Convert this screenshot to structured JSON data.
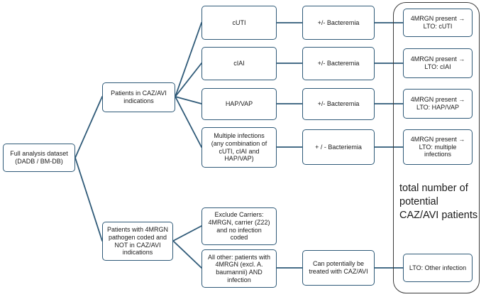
{
  "nodes": {
    "root": "Full analysis dataset\n(DADB / BM-DB)",
    "caz": "Patients in CAZ/AVI\nindications",
    "mrgn": "Patients with 4MRGN\npathogen coded and\nNOT in CAZ/AVI\nindications",
    "cuti": "cUTI",
    "ciai": "cIAI",
    "hap": "HAP/VAP",
    "multi": "Multiple infections\n(any combination of\ncUTI, cIAI and\nHAP/VAP)",
    "excl": "Exclude Carriers:\n4MRGN, carrier (Z22)\nand no infection\ncoded",
    "other": "All other: patients with\n4MRGN (excl. A.\nbaumannii) AND\ninfection",
    "bact1": "+/- Bacteremia",
    "bact2": "+/- Bacteremia",
    "bact3": "+/- Bacteremia",
    "bact4": "+ / - Bacteriemia",
    "treat": "Can potentially be\ntreated with CAZ/AVI",
    "lto1": "4MRGN present →\nLTO: cUTI",
    "lto2": "4MRGN present →\nLTO: cIAI",
    "lto3": "4MRGN present →\nLTO: HAP/VAP",
    "lto4": "4MRGN present →\nLTO: multiple\ninfections",
    "lto5": "LTO: Other infection"
  },
  "total_label": "total number of\npotential\nCAZ/AVI patients",
  "colors": {
    "box_border": "#2f5a78",
    "line": "#2f5a78",
    "big_border": "#3a3a3a"
  }
}
